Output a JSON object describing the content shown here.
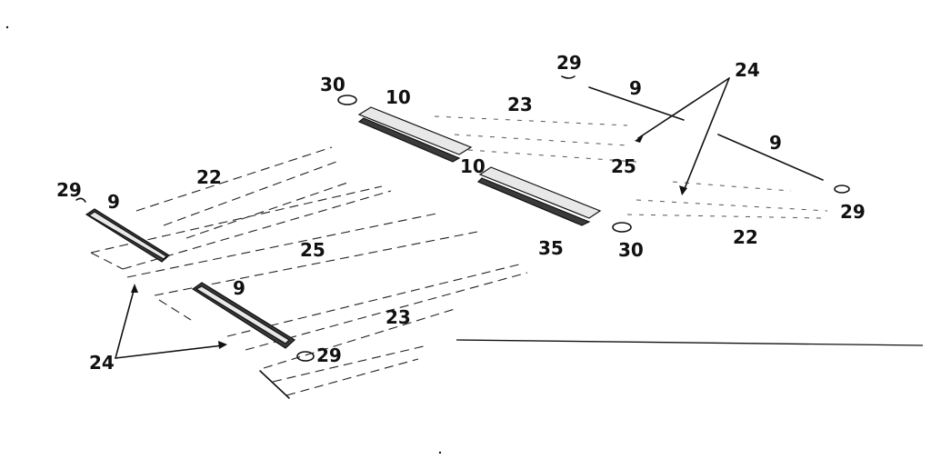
{
  "callouts": {
    "left_29_top": "29",
    "left_9_top": "9",
    "left_22": "22",
    "left_25": "25",
    "left_9_mid": "9",
    "left_23": "23",
    "left_29_bottom": "29",
    "left_24": "24",
    "mid_30_top": "30",
    "mid_10_top": "10",
    "mid_23": "23",
    "mid_10_lower": "10",
    "mid_35": "35",
    "mid_30_bottom": "30",
    "right_29_top": "29",
    "right_9_top": "9",
    "right_24": "24",
    "right_25": "25",
    "right_9_lower": "9",
    "right_29_bottom": "29",
    "right_22": "22"
  }
}
